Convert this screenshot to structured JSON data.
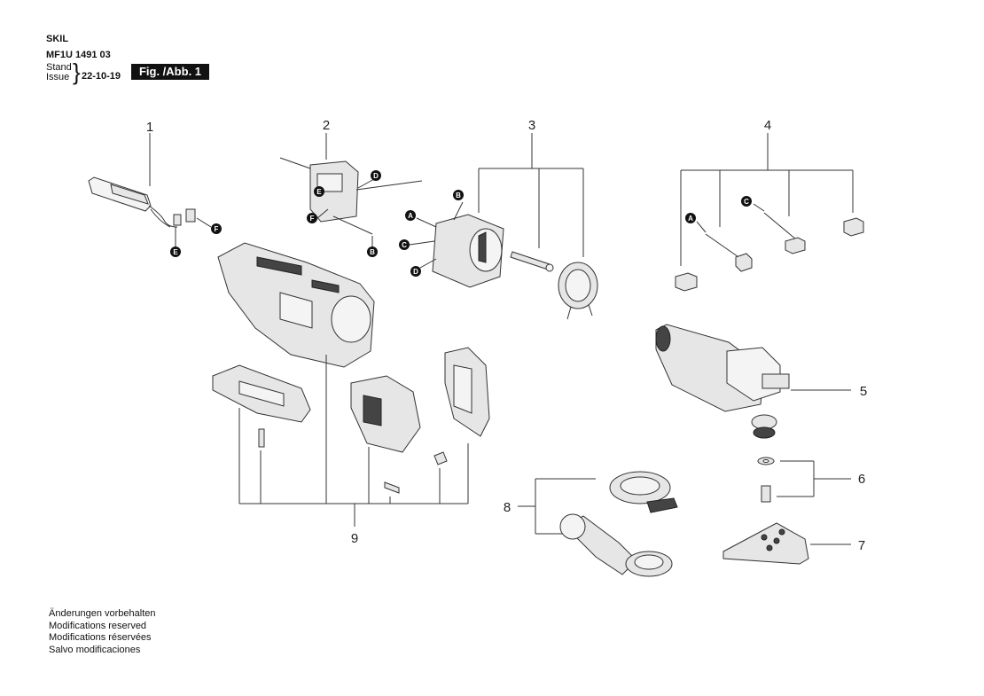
{
  "header": {
    "brand": "SKIL",
    "model": "MF1U 1491 03",
    "stand": "Stand",
    "issue": "Issue",
    "brace": "}",
    "date": "22-10-19",
    "figure_label": "Fig. /Abb. 1"
  },
  "callouts": [
    "1",
    "2",
    "3",
    "4",
    "5",
    "6",
    "7",
    "8",
    "9"
  ],
  "badges": {
    "A": "A",
    "B": "B",
    "C": "C",
    "D": "D",
    "E": "E",
    "F": "F"
  },
  "notes": [
    "Änderungen vorbehalten",
    "Modifications reserved",
    "Modifications réservées",
    "Salvo modificaciones"
  ]
}
